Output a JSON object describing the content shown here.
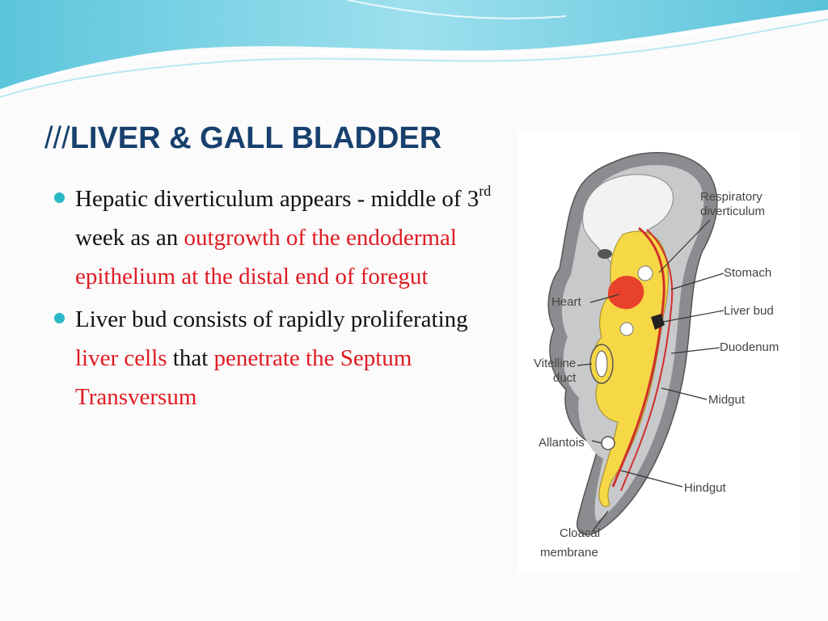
{
  "title": {
    "prefix": "///",
    "text": "LIVER & GALL BLADDER"
  },
  "bullets": [
    {
      "line1": "Hepatic diverticulum appears - middle of 3",
      "sup": "rd",
      "line1_end": " week as an ",
      "highlight": "outgrowth of the endodermal epithelium at the distal end of foregut"
    },
    {
      "start": "Liver bud consists of rapidly proliferating ",
      "highlight1": "liver cells",
      "middle": " that ",
      "highlight2": "penetrate  the Septum Transversum"
    }
  ],
  "diagram": {
    "labels": {
      "resp1": "Respiratory",
      "resp2": "diverticulum",
      "stomach": "Stomach",
      "heart": "Heart",
      "liver_bud": "Liver bud",
      "duodenum": "Duodenum",
      "vitelline1": "Vitelline",
      "vitelline2": "duct",
      "midgut": "Midgut",
      "allantois": "Allantois",
      "hindgut": "Hindgut",
      "cloacal1": "Cloacal",
      "cloacal2": "membrane"
    }
  },
  "colors": {
    "title": "#17406d",
    "accent_red": "#e01b22",
    "bullet": "#2bb8c6",
    "wave": "#7fd3e4"
  }
}
